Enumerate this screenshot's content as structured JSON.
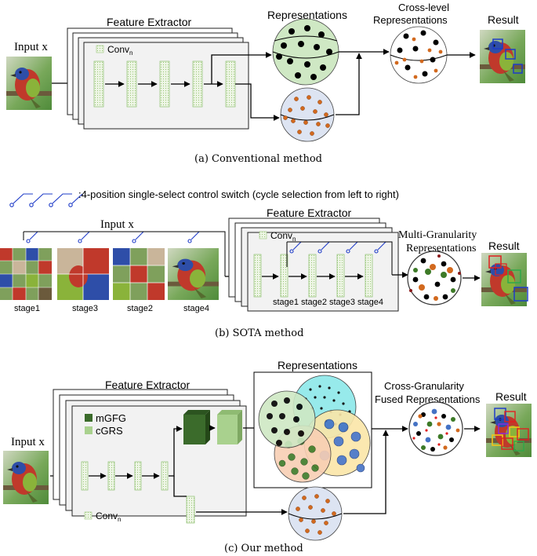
{
  "panel_a": {
    "input_label": "Input x",
    "extractor_title": "Feature Extractor",
    "legend_conv": "Conv",
    "legend_conv_sub": "n",
    "representations": "Representations",
    "cross_level_line1": "Cross-level",
    "cross_level_line2": "Representations",
    "result": "Result",
    "caption": "(a) Conventional method"
  },
  "switch_legend": ":4-position single-select control switch (cycle selection from left to right)",
  "panel_b": {
    "input_label": "Input x",
    "stage_labels": [
      "stage1",
      "stage3",
      "stage2",
      "stage4"
    ],
    "extractor_title": "Feature Extractor",
    "legend_conv": "Conv",
    "legend_conv_sub": "n",
    "extractor_stages": [
      "stage1",
      "stage2",
      "stage3",
      "stage4"
    ],
    "multi_line1": "Multi-Granularity",
    "multi_line2": "Representations",
    "result": "Result",
    "caption": "(b) SOTA method"
  },
  "panel_c": {
    "input_label": "Input x",
    "extractor_title": "Feature Extractor",
    "legend_mgfg": "mGFG",
    "legend_cgrs": "cGRS",
    "legend_conv": "Conv",
    "legend_conv_sub": "n",
    "representations": "Representations",
    "cross_line1": "Cross-Granularity",
    "cross_line2": "Fused Representations",
    "result": "Result",
    "caption": "(c) Our method"
  },
  "colors": {
    "green_sphere": "#cfe8c4",
    "blue_sphere": "#dde4f2",
    "conv_block": "#a9d18e",
    "mgfg": "#3b6b2b",
    "cgrs": "#a9d18e",
    "cyan_sphere": "#8fe9ea",
    "peach_sphere": "#f8cfb4",
    "yellow_sphere": "#fbe6a8",
    "orange_dot": "#d2691e",
    "blue_dot": "#4472c4",
    "dark_green_dot": "#3d7a27",
    "switch_blue": "#1f3cc8"
  }
}
